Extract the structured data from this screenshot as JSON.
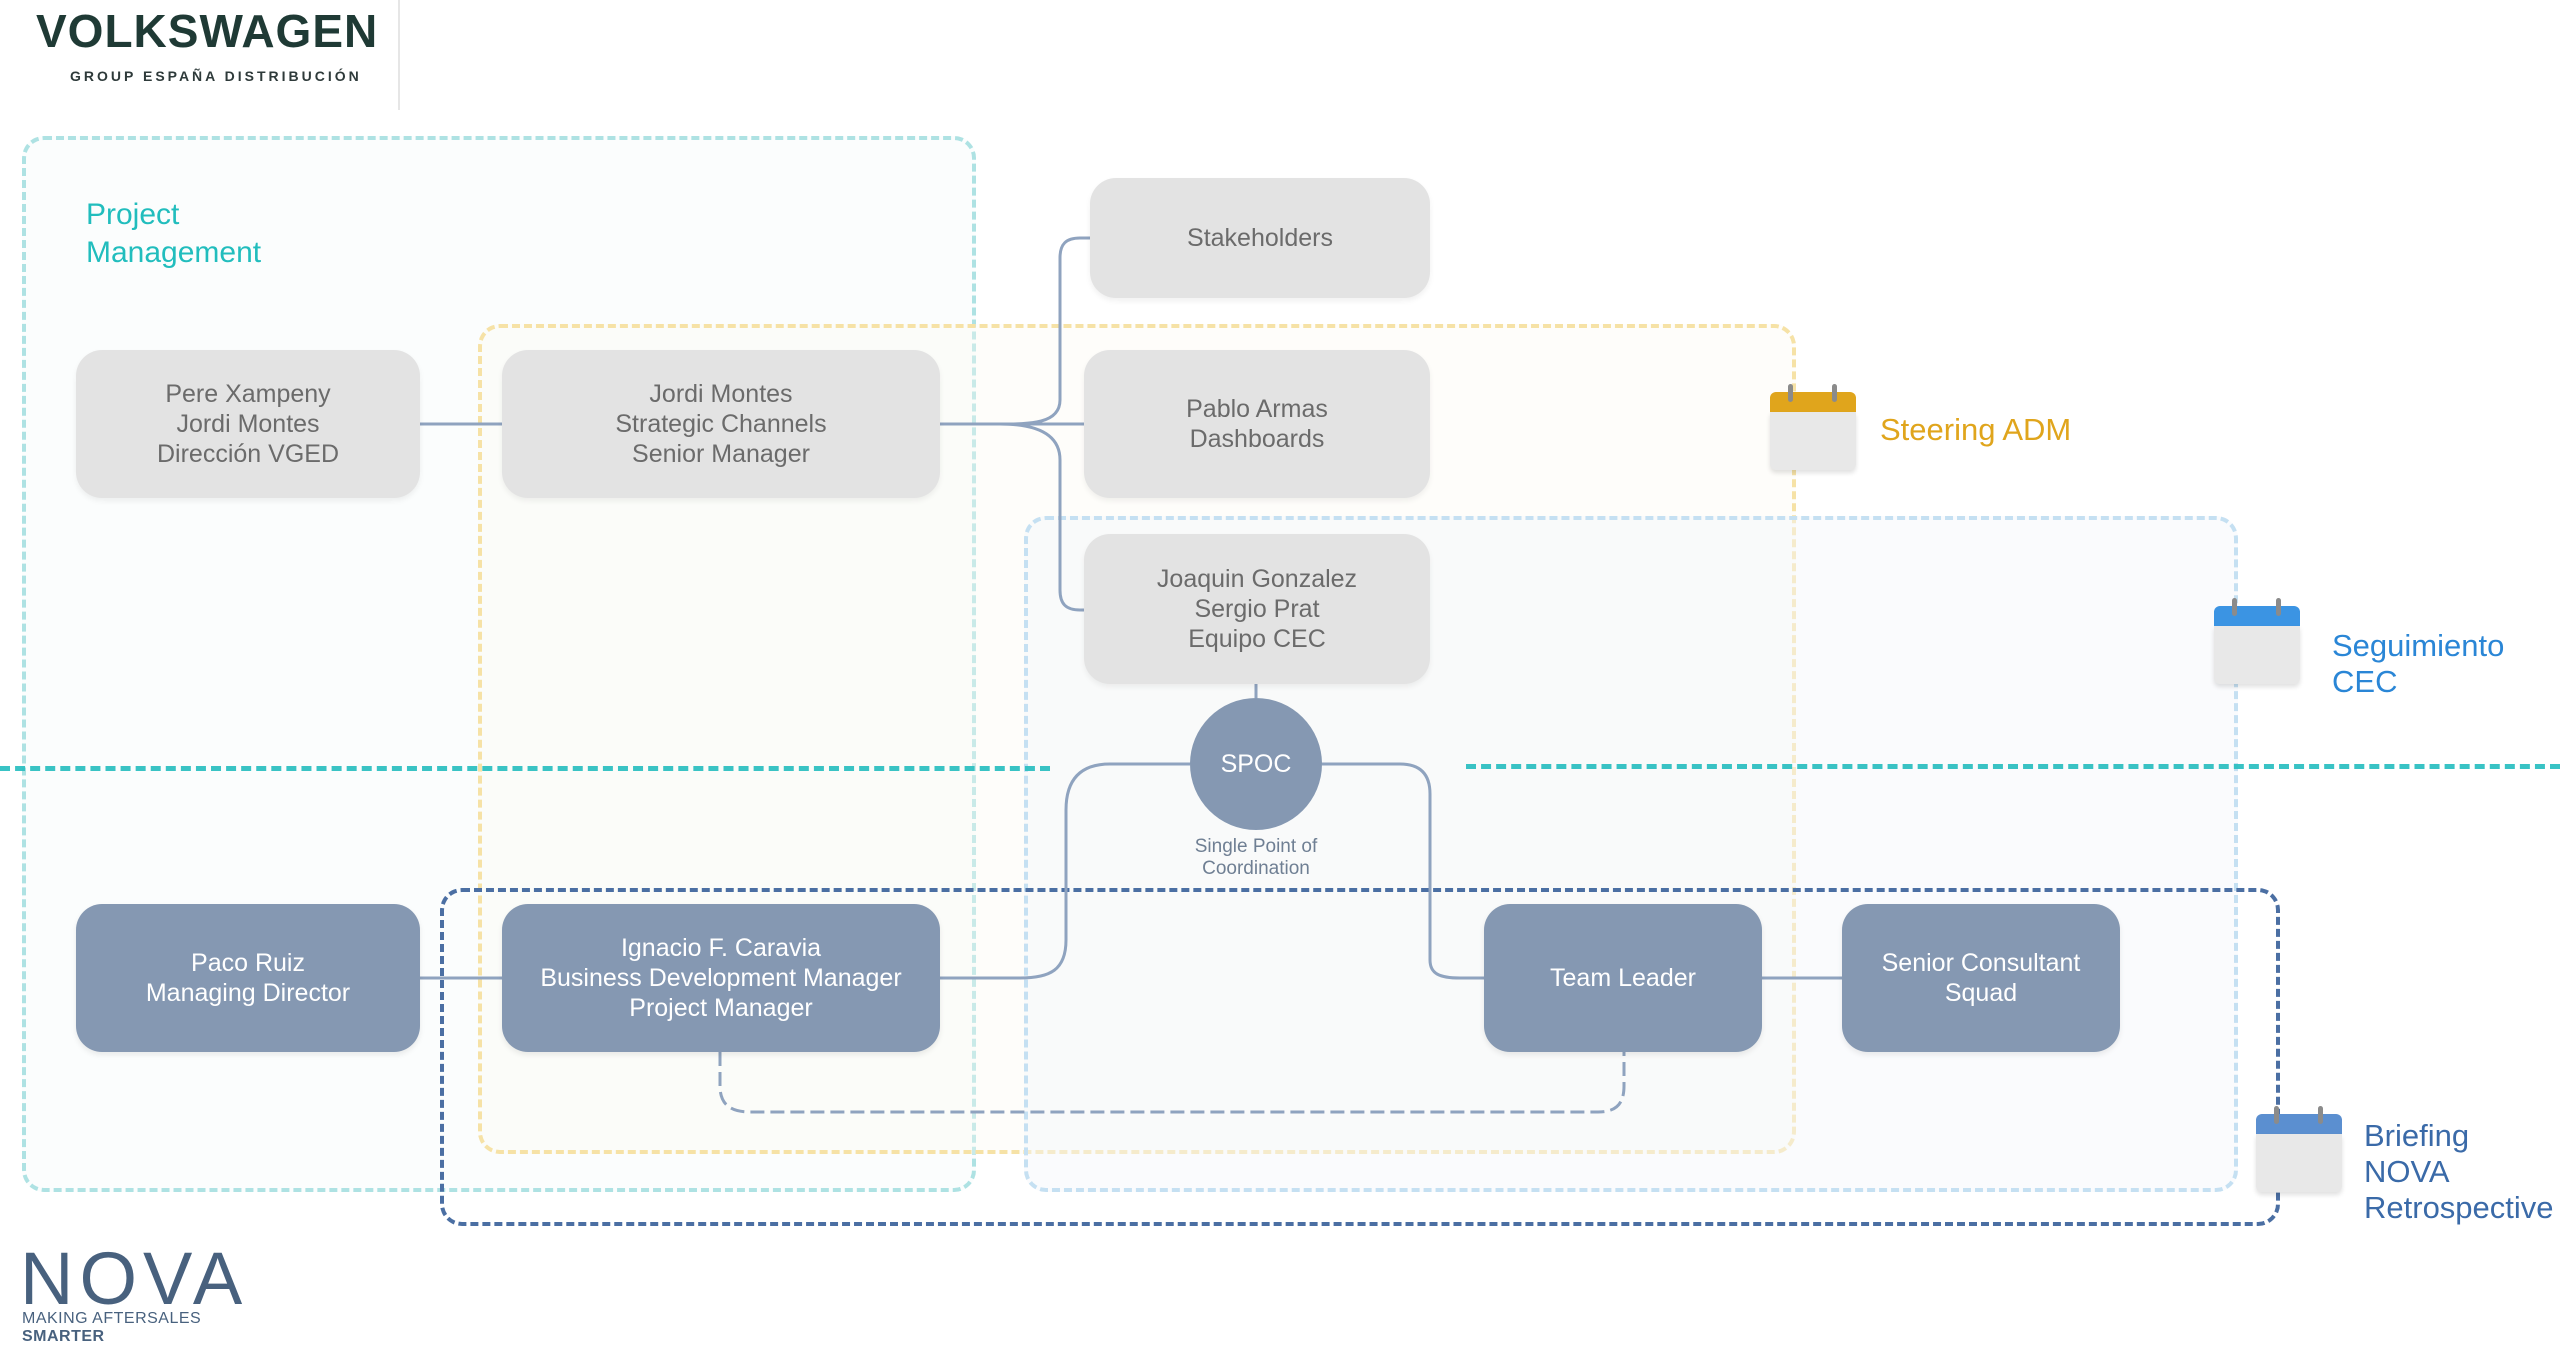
{
  "header": {
    "brand": "VOLKSWAGEN",
    "subtitle": "GROUP ESPAÑA DISTRIBUCIÓN"
  },
  "regions": {
    "project_management": {
      "label_line1": "Project",
      "label_line2": "Management",
      "color": "#21bdbd"
    }
  },
  "boxes": {
    "pere": {
      "line1": "Pere Xampeny",
      "line2": "Jordi Montes",
      "line3": "Dirección VGED"
    },
    "jordi": {
      "line1": "Jordi Montes",
      "line2": "Strategic Channels",
      "line3": "Senior Manager"
    },
    "stakeholders": {
      "line1": "Stakeholders"
    },
    "pablo": {
      "line1": "Pablo Armas",
      "line2": "Dashboards"
    },
    "joaquin": {
      "line1": "Joaquin Gonzalez",
      "line2": "Sergio Prat",
      "line3": "Equipo CEC"
    },
    "paco": {
      "line1": "Paco Ruiz",
      "line2": "Managing Director"
    },
    "ignacio": {
      "line1": "Ignacio F. Caravia",
      "line2": "Business Development Manager",
      "line3": "Project Manager"
    },
    "team_leader": {
      "line1": "Team Leader"
    },
    "senior": {
      "line1": "Senior Consultant",
      "line2": "Squad"
    }
  },
  "spoc": {
    "label": "SPOC",
    "caption_line1": "Single Point of",
    "caption_line2": "Coordination"
  },
  "meetings": {
    "steering": {
      "label": "Steering ADM",
      "icon": "calendar-icon",
      "color": "#e0a51c"
    },
    "cec": {
      "label": "Seguimiento CEC",
      "icon": "calendar-icon",
      "color": "#2a86d6"
    },
    "nova": {
      "label_line1": "Briefing NOVA",
      "label_line2": "Retrospective",
      "icon": "calendar-icon",
      "color": "#3a6aa8"
    }
  },
  "footer": {
    "logo_word": "NOVA",
    "tag_prefix": "MAKING AFTERSALES ",
    "tag_bold": "SMARTER"
  }
}
